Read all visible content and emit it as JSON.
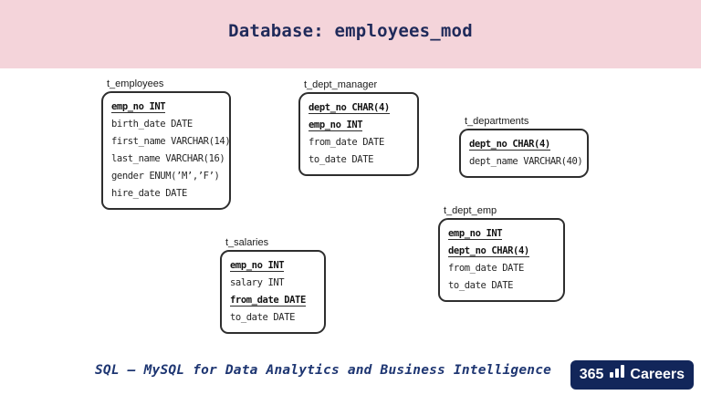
{
  "header": {
    "title": "Database: employees_mod"
  },
  "colors": {
    "band_pink": "#f4d4da",
    "title_navy": "#1f2a5a",
    "footer_navy": "#1e3672",
    "logo_navy": "#12265a",
    "box_border": "#2e2e2e"
  },
  "tables": [
    {
      "name": "t_employees",
      "columns": [
        {
          "text": "emp_no INT",
          "key": true
        },
        {
          "text": "birth_date DATE",
          "key": false
        },
        {
          "text": "first_name VARCHAR(14)",
          "key": false
        },
        {
          "text": "last_name VARCHAR(16)",
          "key": false
        },
        {
          "text": "gender ENUM(’M’,’F’)",
          "key": false
        },
        {
          "text": "hire_date DATE",
          "key": false
        }
      ]
    },
    {
      "name": "t_dept_manager",
      "columns": [
        {
          "text": "dept_no CHAR(4)",
          "key": true
        },
        {
          "text": "emp_no INT",
          "key": true
        },
        {
          "text": "from_date DATE",
          "key": false
        },
        {
          "text": "to_date DATE",
          "key": false
        }
      ]
    },
    {
      "name": "t_departments",
      "columns": [
        {
          "text": "dept_no CHAR(4)",
          "key": true
        },
        {
          "text": "dept_name VARCHAR(40)",
          "key": false
        }
      ]
    },
    {
      "name": "t_dept_emp",
      "columns": [
        {
          "text": "emp_no INT",
          "key": true
        },
        {
          "text": "dept_no CHAR(4)",
          "key": true
        },
        {
          "text": "from_date DATE",
          "key": false
        },
        {
          "text": "to_date DATE",
          "key": false
        }
      ]
    },
    {
      "name": "t_salaries",
      "columns": [
        {
          "text": "emp_no INT",
          "key": true
        },
        {
          "text": "salary INT",
          "key": false
        },
        {
          "text": "from_date DATE",
          "key": true
        },
        {
          "text": "to_date DATE",
          "key": false
        }
      ]
    }
  ],
  "footer": {
    "caption": "SQL – MySQL for Data Analytics and Business Intelligence"
  },
  "logo": {
    "number": "365",
    "name": "Careers",
    "icon": "bar-chart-icon"
  }
}
